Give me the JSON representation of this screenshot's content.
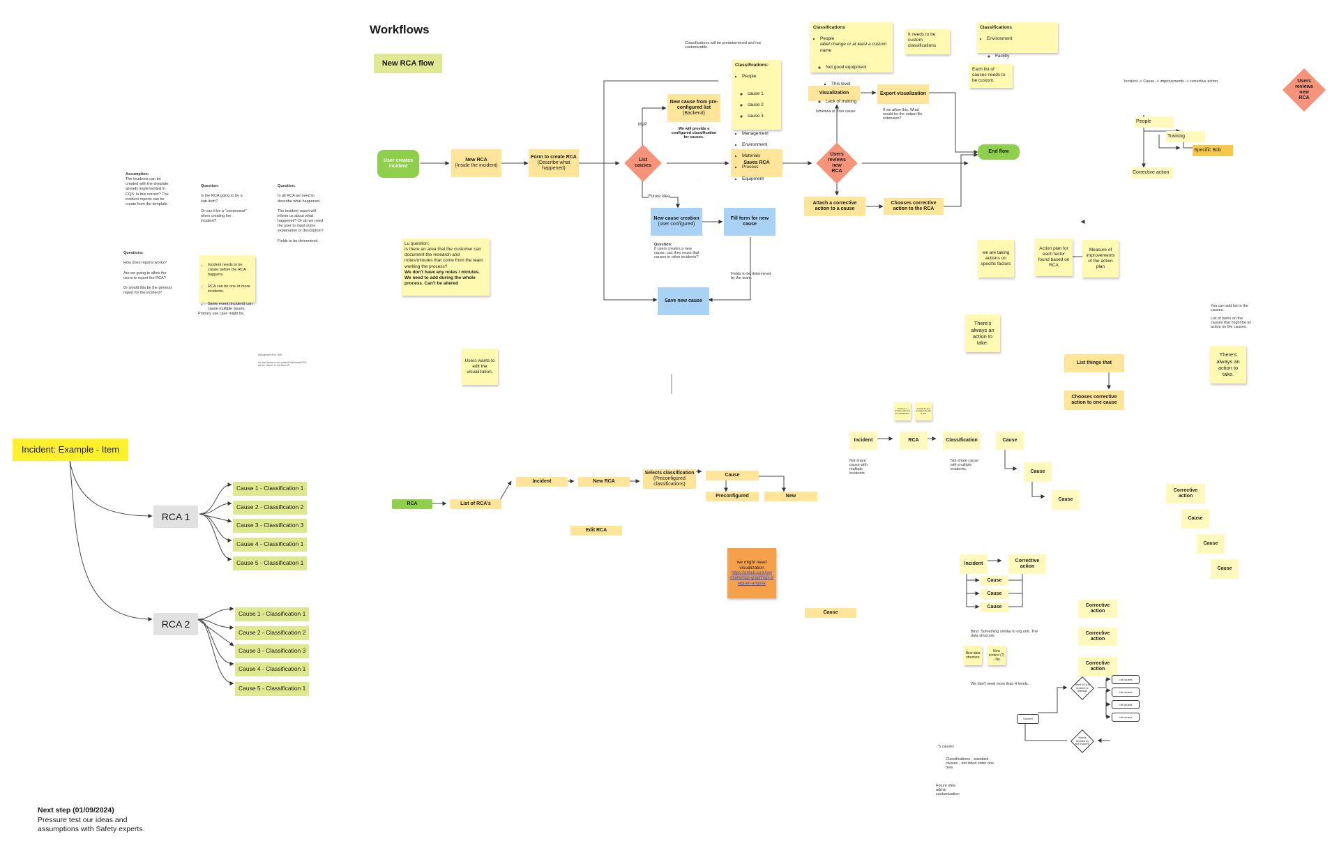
{
  "title": "Workflows",
  "flow_title": "New RCA flow",
  "nodes": {
    "user_creates": "User creates incident",
    "new_rca_top": "New RCA",
    "new_rca_top_sub": "(Inside the incident)",
    "form": "Form to create RCA",
    "form_sub": "(Describe what happened)",
    "list_causes": "List causes",
    "new_cause_preconf": "New cause from pre-configured list",
    "new_cause_preconf_sub": "(Backend)",
    "saves_rca": "Saves RCA",
    "users_reviews": "Users reviews new RCA",
    "visualization": "Visualization",
    "export_vis": "Export visualization",
    "end_flow": "End flow",
    "attach_action": "Attach a corrective action to a cause",
    "choose_action": "Chooses corrective action to the RCA",
    "new_cause_creation": "New cause creation",
    "new_cause_creation_sub": "(user configured)",
    "fill_form": "Fill form for new cause",
    "save_new_cause": "Save new cause",
    "users_reviews_right": "Users reviews new RCA"
  },
  "edge_labels": {
    "mvp": "MVP",
    "future_idea": "Future idea",
    "ishikawa": "Ishikawa or Tree cause"
  },
  "notes": {
    "classif_predetermined": "Classifications will be predetermined and not customizable.",
    "we_will_provide": "We will provide a configured classification for causes.",
    "question_reuse_label": "Question:",
    "question_reuse": "If users creates a new cause, can they reuse that causes in other incidents?",
    "fields_determined": "Fields to be determined by the team.",
    "if_we_allow": "If we allow this. What would be the output file extension?",
    "incident_chain": "Incident -> Cause -> improvements -> corrective action",
    "assumption_label": "Assumption:",
    "assumption": "The incidents can be created with the template already implemented in CQS. Is this correct? The incident reports can be create from the template.",
    "q1_label": "Question:",
    "q1": "Is the RCA going to be a sub-item?\n\nOr can it be a \"component\" when creating the incident?",
    "q2_label": "Question:",
    "q2": "In all RCA we need to describe what happened.\n\nThe incident report will inform us about what happened? Or do we need the user to input some explanation or description?\n\nFields to be determined.",
    "q3_label": "Questions:",
    "q3": "How does reports works?\n\nAre we going to allow the users to report the RCA?\n\nOr would this be the general report for the incident?",
    "primary": "Primary use case might be.",
    "tiny1": "Recognized fe in 1891",
    "tiny2": "So their needs to be created individuals RCA will be \"dated\" to the items IS",
    "bino": "Bino: Something similar to org unit. The data structure.",
    "four_levels": "We don't need more than 4 levels.",
    "five_causes": "5 causes",
    "classif_standard": "Classifications - standard causes - not listed enter one new",
    "future_admin": "Future idea admin customization",
    "you_can_add": "You can add list to the causes.\n\nList of items on the causes that might be an action on the causes."
  },
  "classifications_box": {
    "title": "Classifications:",
    "items": [
      "People",
      "Management",
      "Environment",
      "Materials",
      "Process",
      "Equipment"
    ],
    "sub": [
      "cause 1",
      "cause 2",
      "cause 3"
    ]
  },
  "classifications_top": {
    "title": "Classifications",
    "people": "People",
    "italic": "label change or at least a custom name",
    "sub1": "Not good equipment",
    "sub2": "This level",
    "sub3": "Lack of training"
  },
  "classifications_right": {
    "title": "Classifications",
    "env": "Environment",
    "facility": "Facility",
    "dot": ""
  },
  "stickies": {
    "needs_custom": "It needs to be custom classifications",
    "each_list": "Each list of causes needs to be custom.",
    "lu_question": "Lu question:\nIs there an area that the customer can document the research and notes/minutes that come from the team working the process?",
    "lu_bold": "We don't have any notes / minutes. We need to add during the whole process. Can't be altered",
    "taking_actions": "we are taking actions on specific factors",
    "action_plan": "Action plan for each factor found based on RCA",
    "measure": "Measure of improvements of the action plan",
    "always_action": "There's always an action to take.",
    "always_action2": "There's always an action to take.",
    "users_wants": "Users wants to edit the visualization.",
    "incident_rule1": "Incident needs to be create before the RCA happens.",
    "incident_rule2": "RCA can be one or more incidents.",
    "incident_rule3": "Same event (incident) can cause multiple issues.",
    "might_need": "we might need visualization",
    "might_link": "https://github.com/swimlane/ngx-graph/ngx-diagram-angular",
    "tiny_a": "If there is a problem with only the classification",
    "tiny_b": "It would be any templates like the ui stuff",
    "new_data": "New data structure",
    "new_control": "New control (?) - No"
  },
  "tree_people": {
    "people": "People",
    "training": "Training",
    "specific_bob": "Specific Bob",
    "corrective": "Corrective action"
  },
  "rca_chain": {
    "incident": "Incident",
    "rca": "RCA",
    "classification": "Classification",
    "cause": "Cause",
    "not_share1": "Not share cause with multiple incidents.",
    "not_share2": "Not share cause with multiple incidents."
  },
  "list_things": "List things that",
  "chooses_one": "Chooses corrective action to one cause",
  "right_stack": {
    "corrective": "Corrective action",
    "cause": "Cause"
  },
  "mid_flow": {
    "rca": "RCA",
    "list_rcas": "List of RCA's",
    "incident": "Incident",
    "new_rca": "New RCA",
    "selects": "Selects classification",
    "selects_sub": "(Preconfigured classifications)",
    "cause": "Cause",
    "preconfigured": "Preconfigured",
    "new": "New",
    "edit_rca": "Edit RCA",
    "cause_lone": "Cause"
  },
  "incident_tree": {
    "incident": "Incident",
    "corrective": "Corrective action",
    "cause": "Cause"
  },
  "corrective_stack": "Corrective action",
  "wireframe": {
    "incident": "Incident",
    "diamond1": "Need RCA in incident or redesign",
    "diamond2": "Needs decided by the incident",
    "list_causes": "List causes"
  },
  "mindmap": {
    "incident": "Incident: Example - Item",
    "rca1": "RCA 1",
    "rca2": "RCA 2",
    "causes1": [
      "Cause 1 - Classification 1",
      "Cause 2 - Classification 2",
      "Cause 3 - Classification 3",
      "Cause 4 - Classification 1",
      "Cause 5 - Classification 1"
    ],
    "causes2": [
      "Cause 1 - Classification 1",
      "Cause 2 - Classification 2",
      "Cause 3 - Classification 3",
      "Cause 4 - Classification 1",
      "Cause 5 - Classification 1"
    ]
  },
  "next_step": {
    "title": "Next step (01/09/2024)",
    "body": "Pressure test our ideas and assumptions with Safety experts."
  },
  "colors": {
    "sticky": "#fff9b1",
    "node_yellow": "#ffe599",
    "node_green": "#8fcf4c",
    "node_blue": "#a9d2f5",
    "decision": "#f5947a",
    "highlight": "#fff02e",
    "leaf_green": "#dde88f",
    "orange": "#f5a04a"
  }
}
